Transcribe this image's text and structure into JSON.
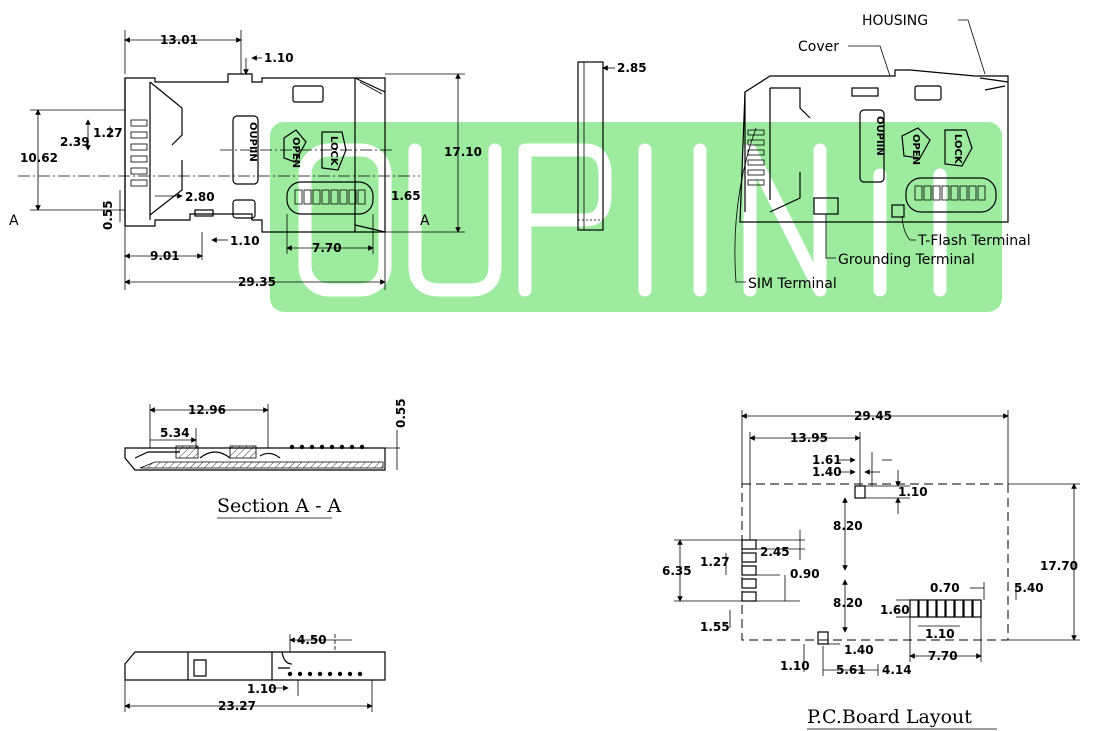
{
  "watermark": {
    "letters": "OUPIIN",
    "color": "#8be88f"
  },
  "top_view": {
    "dims": {
      "d1": "13.01",
      "d2": "1.10",
      "d3": "1.27",
      "d4": "2.39",
      "d5": "10.62",
      "d6": "17.10",
      "d7": "2.80",
      "d8": "1.65",
      "d9": "0.55",
      "d10": "1.10",
      "d11": "9.01",
      "d12": "7.70",
      "d13": "29.35"
    },
    "section_marks": [
      "A",
      "A"
    ],
    "chip_text": {
      "brand": "OUPIIN",
      "open": "OPEN",
      "lock": "LOCK"
    }
  },
  "side_view": {
    "dim": "2.85"
  },
  "iso_view": {
    "labels": {
      "housing": "HOUSING",
      "cover": "Cover",
      "tflash": "T-Flash Terminal",
      "grounding": "Grounding Terminal",
      "sim": "SIM Terminal"
    },
    "chip_text": {
      "brand": "OUPIIN",
      "open": "OPEN",
      "lock": "LOCK"
    }
  },
  "section": {
    "dims": {
      "a": "12.96",
      "b": "5.34",
      "c": "0.55"
    },
    "caption": "Section A - A"
  },
  "bottom_view": {
    "dims": {
      "a": "4.50",
      "b": "1.10",
      "c": "23.27"
    }
  },
  "pcb": {
    "caption": "P.C.Board Layout",
    "dims": {
      "w": "29.45",
      "a": "13.95",
      "b": "1.61",
      "c": "1.40",
      "d": "1.10",
      "e": "8.20",
      "f": "2.45",
      "g": "6.35",
      "h": "1.27",
      "i": "0.90",
      "j": "8.20",
      "k": "1.55",
      "l": "17.70",
      "m": "0.70",
      "n": "5.40",
      "o": "1.60",
      "p": "1.10",
      "q": "1.40",
      "r": "7.70",
      "s": "1.10",
      "t": "5.61",
      "u": "4.14"
    }
  }
}
